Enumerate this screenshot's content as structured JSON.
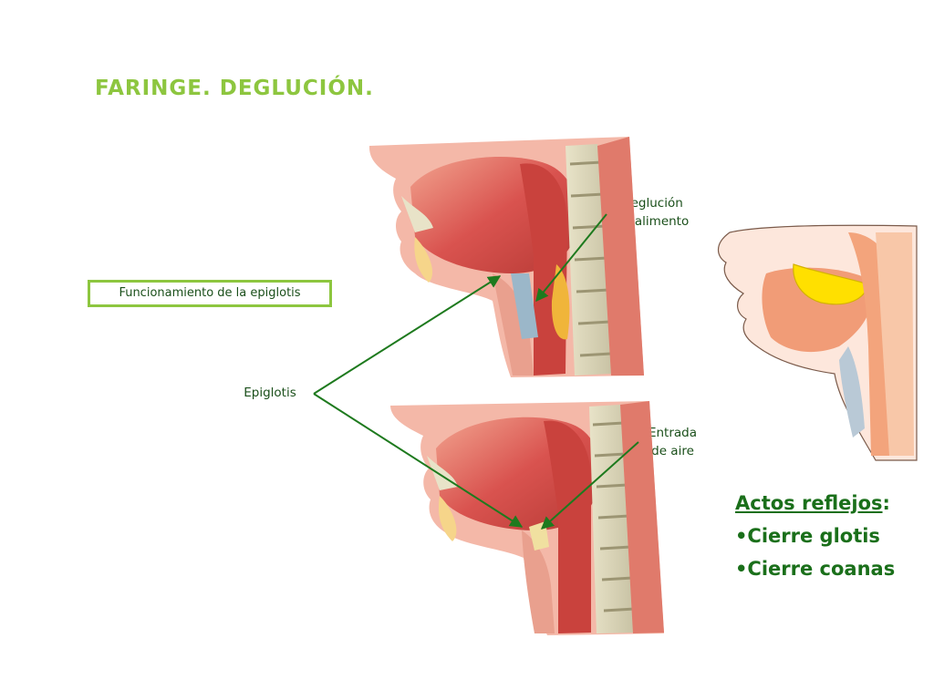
{
  "title": "FARINGE. DEGLUCIÓN.",
  "box_label": "Funcionamiento de la epiglotis",
  "labels": {
    "deglucion_1": "Deglución",
    "deglucion_2": "de alimento",
    "entrada_1": "Entrada",
    "entrada_2": "de aire",
    "epiglotis": "Epiglotis"
  },
  "reflex": {
    "heading": "Actos reflejos",
    "colon": ":",
    "items": [
      "•Cierre glotis",
      "•Cierre coanas"
    ]
  },
  "colors": {
    "title": "#8dc63f",
    "text_green": "#1a6f1a",
    "arrow": "#1e7a1e",
    "tissue": "#d9534f",
    "bone": "#e8e3c8"
  }
}
